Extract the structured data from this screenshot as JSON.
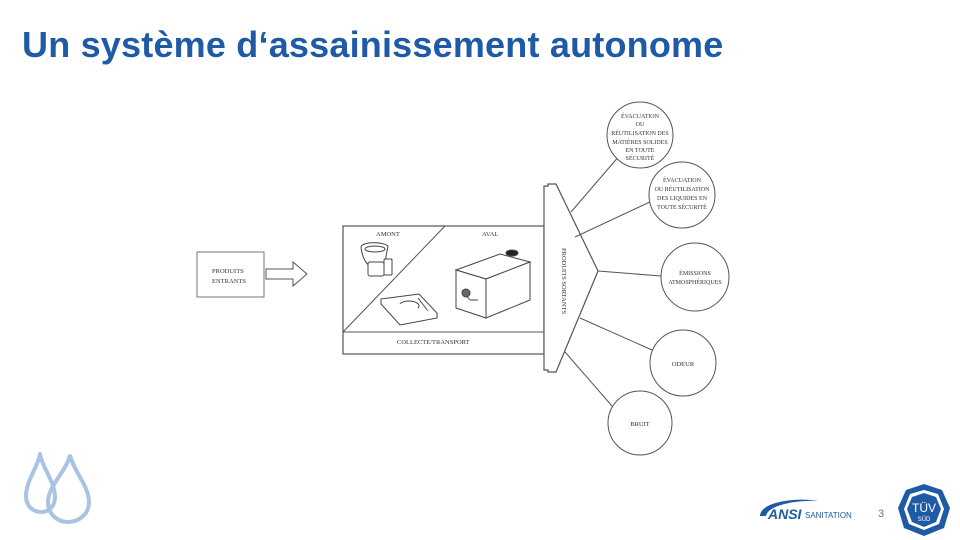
{
  "page": {
    "title": "Un système d‘assainissement autonome",
    "page_number": "3"
  },
  "diagram": {
    "inputs_label": [
      "PRODUITS",
      "ENTRANTS"
    ],
    "upstream_label": "AMONT",
    "downstream_label": "AVAL",
    "collection_label": "COLLECTE/TRANSPORT",
    "outputs_label": "PRODUITS SORTANTS",
    "outputs": [
      {
        "lines": [
          "ÉVACUATION",
          "OU",
          "RÉUTILISATION DES",
          "MATIÈRES SOLIDES",
          "EN TOUTE",
          "SÉCURITÉ"
        ]
      },
      {
        "lines": [
          "ÉVACUATION",
          "OU RÉUTILISATION",
          "DES LIQUIDES EN",
          "TOUTE SÉCURITÉ"
        ]
      },
      {
        "lines": [
          "ÉMISSIONS",
          "ATMOSPHÉRIQUES"
        ]
      },
      {
        "lines": [
          "ODEUR"
        ]
      },
      {
        "lines": [
          "BRUIT"
        ]
      }
    ]
  },
  "branding": {
    "ansi_text": "ANSI",
    "ansi_sub": "SANITATION",
    "tuv_top": "TÜV",
    "tuv_bottom": "SÜD",
    "brand_color": "#1f5aa6"
  }
}
